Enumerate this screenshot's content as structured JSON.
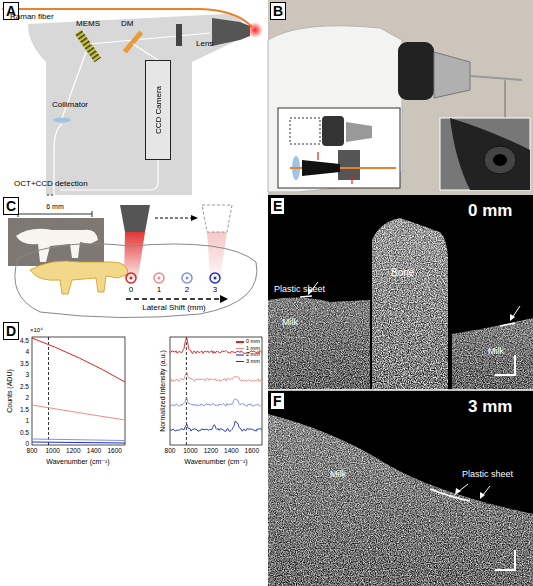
{
  "diagram": {
    "nodes": [
      {
        "text": [
          "CCD Camera"
        ]
      }
    ],
    "labels": [
      "A",
      "Raman fiber",
      "MEMS",
      "DM",
      "Lens",
      "Collimator",
      "OCT+CCD detection",
      "B",
      "C",
      "6 mm",
      "0",
      "1",
      "2",
      "3",
      "Lateral Shift (mm)",
      "D",
      "×10⁴",
      "Counts (ADU)",
      "0",
      "0.5",
      "1",
      "1.5",
      "2",
      "2.5",
      "3",
      "3.5",
      "4",
      "4.5",
      "800",
      "1000",
      "1200",
      "1400",
      "1600",
      "Wavenumber (cm⁻¹)",
      "Normalized Intensity (a.u.)",
      "800",
      "1000",
      "1200",
      "1400",
      "1600",
      "Wavenumber (cm⁻¹)",
      "E",
      "0 mm",
      "Plastic sheet",
      "Bone",
      "Milk",
      "Milk",
      "F",
      "3 mm",
      "Plastic sheet",
      "Milk"
    ],
    "legend": [
      {
        "text": "0 mm",
        "color": "#e02020"
      },
      {
        "text": "1 mm",
        "color": "#f08a8a"
      },
      {
        "text": "2 mm",
        "color": "#8090e0"
      },
      {
        "text": "3 mm",
        "color": "#1a2fc8"
      }
    ]
  }
}
